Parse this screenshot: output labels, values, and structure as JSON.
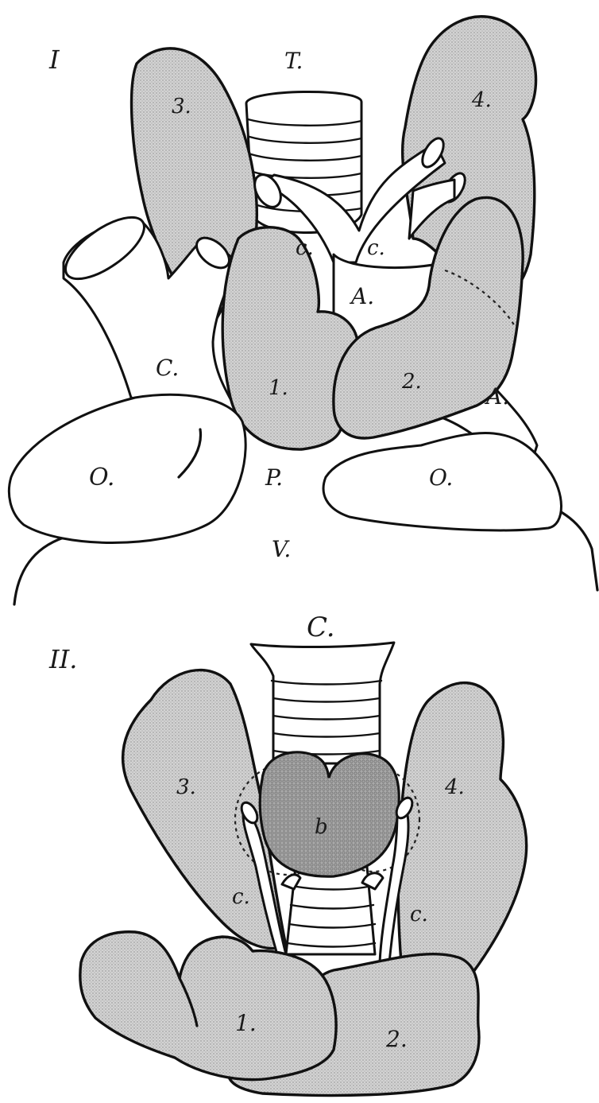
{
  "figure_I": {
    "number": "I",
    "labels": {
      "trachea": "T.",
      "gland_1": "1.",
      "gland_2": "2.",
      "gland_3": "3.",
      "gland_4": "4.",
      "carotid_left": "c.",
      "carotid_right": "c.",
      "aorta_upper": "A.",
      "aorta_lower": "A.",
      "vena_cava": "C.",
      "auricle_left": "O.",
      "auricle_right": "O.",
      "pulmonary": "P.",
      "ventricle": "V."
    }
  },
  "figure_II": {
    "number": "II.",
    "labels": {
      "larynx": "C.",
      "gland_1": "1.",
      "gland_2": "2.",
      "gland_3": "3.",
      "gland_4": "4.",
      "thyroid": "b",
      "carotid_left": "c.",
      "carotid_right": "c."
    }
  },
  "colors": {
    "ink": "#111111",
    "stipple": "#c9c9c9",
    "thyroid": "#9a9a9a",
    "paper": "#ffffff"
  }
}
